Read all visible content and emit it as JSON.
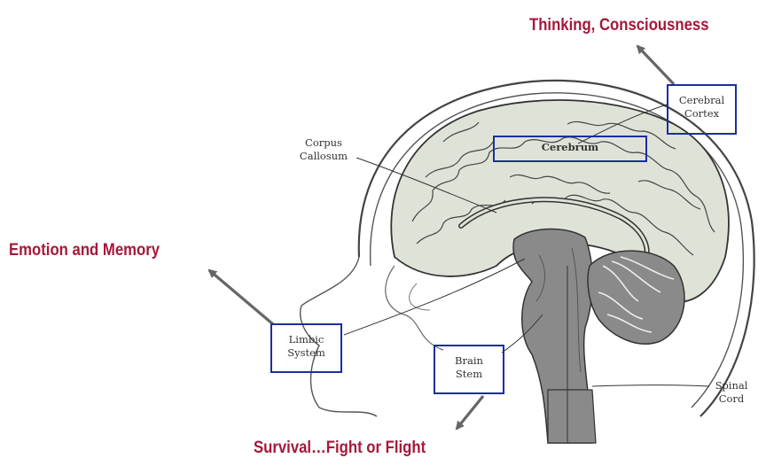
{
  "functions": {
    "top": "Thinking, Consciousness",
    "left": "Emotion and Memory",
    "bottom": "Survival…Fight or Flight"
  },
  "labels": {
    "corpus_callosum": [
      "Corpus",
      "Callosum"
    ],
    "cerebral_cortex": [
      "Cerebral",
      "Cortex"
    ],
    "cerebrum": "Cerebrum",
    "limbic_system": [
      "Limbic",
      "System"
    ],
    "brain_stem": [
      "Brain",
      "Stem"
    ],
    "spinal_cord": [
      "Spinal",
      "Cord"
    ]
  },
  "colors": {
    "function_text": "#a5183a",
    "box_outline": "#1a2ea0",
    "arrow": "#666666",
    "brain_fill": "#dfe3d7",
    "stem_fill": "#8a8a8a"
  }
}
